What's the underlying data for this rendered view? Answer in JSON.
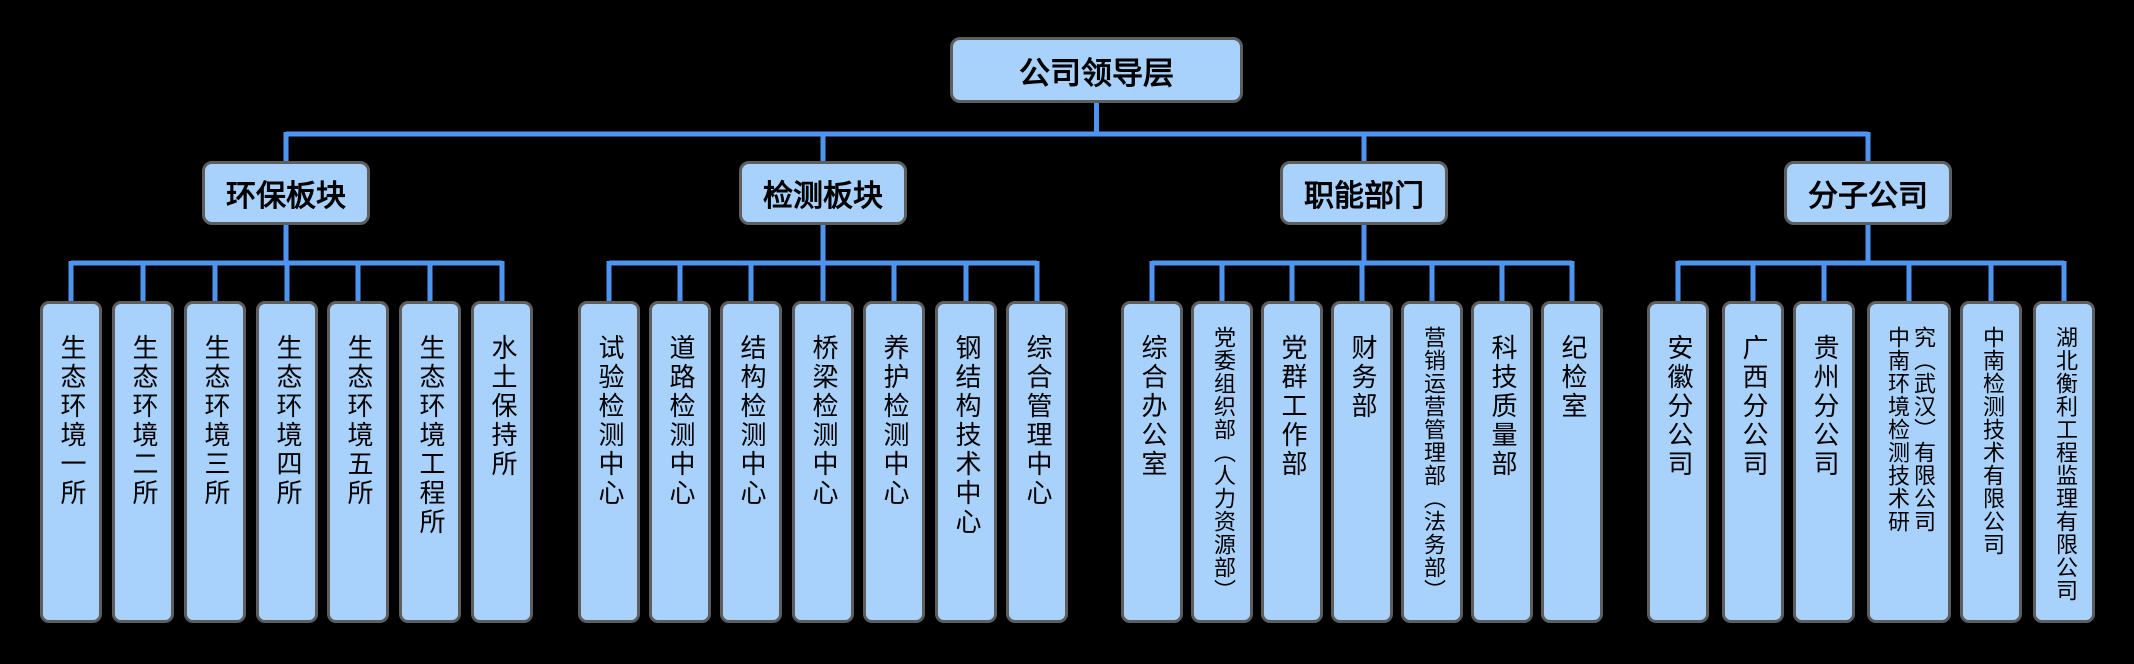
{
  "root": {
    "label": "公司领导层"
  },
  "groups": [
    {
      "label": "环保板块",
      "children": [
        "生态环境一所",
        "生态环境二所",
        "生态环境三所",
        "生态环境四所",
        "生态环境五所",
        "生态环境工程所",
        "水土保持所"
      ]
    },
    {
      "label": "检测板块",
      "children": [
        "试验检测中心",
        "道路检测中心",
        "结构检测中心",
        "桥梁检测中心",
        "养护检测中心",
        "钢结构技术中心",
        "综合管理中心"
      ]
    },
    {
      "label": "职能部门",
      "children": [
        "综合办公室",
        "党委组织部（人力资源部）",
        "党群工作部",
        "财务部",
        "营销运营管理部（法务部）",
        "科技质量部",
        "纪检室"
      ]
    },
    {
      "label": "分子公司",
      "children": [
        "安徽分公司",
        "广西分公司",
        "贵州分公司",
        "中南环境检测技术研究（武汉）有限公司",
        "中南检测技术有限公司",
        "湖北衡利工程监理有限公司"
      ]
    }
  ],
  "colors": {
    "background": "#000000",
    "node_fill": "#A8D2FB",
    "node_border": "#5E5E5E",
    "connector": "#4E95F1",
    "text": "#000000"
  }
}
